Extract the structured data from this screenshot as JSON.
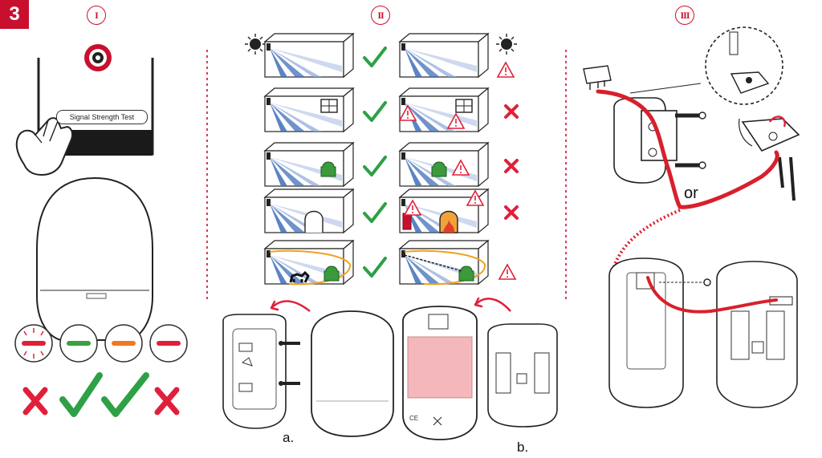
{
  "step_number": "3",
  "sections": [
    {
      "roman": "I"
    },
    {
      "roman": "II"
    },
    {
      "roman": "III"
    }
  ],
  "section1": {
    "button_label": "Signal Strength Test",
    "led_states": [
      {
        "color": "#e0203a",
        "state": "blinking",
        "result": "fail"
      },
      {
        "color": "#3aa040",
        "state": "steady",
        "result": "pass"
      },
      {
        "color": "#f07820",
        "state": "steady",
        "result": "pass"
      },
      {
        "color": "#e0203a",
        "state": "steady",
        "result": "fail"
      }
    ]
  },
  "section2": {
    "caption_a": "a.",
    "caption_b": "b."
  },
  "section3": {
    "or_label": "or"
  },
  "colors": {
    "brand_red": "#c8102e",
    "check_green": "#2ea046",
    "cross_red": "#e0203a",
    "cable_red": "#d8202c",
    "beam_blue": "#3f6fb8",
    "chair_green": "#3a9a3c",
    "warning_red": "#e0203a"
  }
}
